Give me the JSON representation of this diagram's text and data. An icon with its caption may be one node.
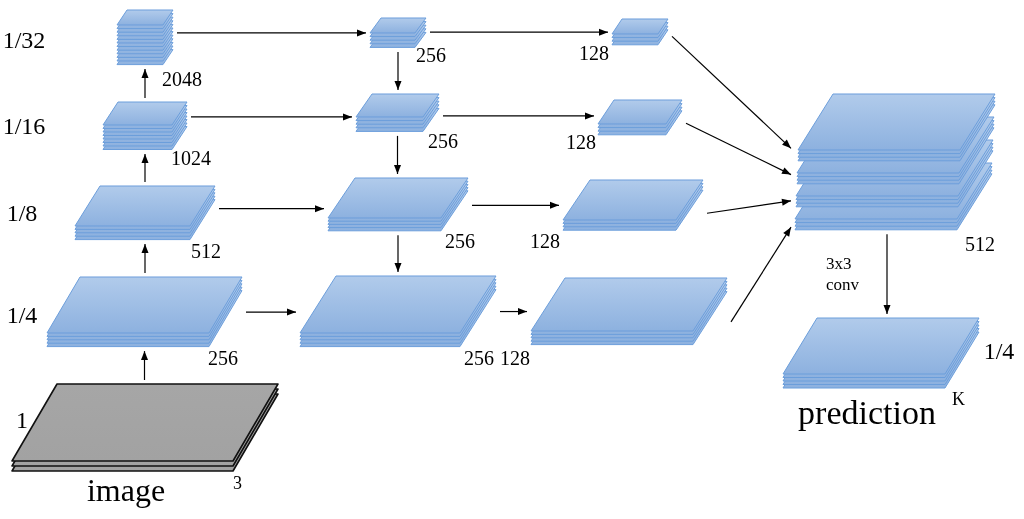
{
  "diagram": {
    "nodes": [
      {
        "text": [],
        "shape": "stack",
        "beside": [
          "2048"
        ]
      },
      {
        "text": [],
        "shape": "stack",
        "beside": [
          "256"
        ]
      },
      {
        "text": [],
        "shape": "stack",
        "beside": [
          "128"
        ]
      },
      {
        "text": [],
        "shape": "stack",
        "beside": [
          "1024"
        ]
      },
      {
        "text": [],
        "shape": "stack",
        "beside": [
          "256"
        ]
      },
      {
        "text": [],
        "shape": "stack",
        "beside": [
          "128"
        ]
      },
      {
        "text": [],
        "shape": "stack",
        "beside": [
          "512"
        ]
      },
      {
        "text": [],
        "shape": "stack",
        "beside": [
          "512"
        ]
      },
      {
        "text": [],
        "shape": "stack",
        "beside": [
          "256"
        ]
      },
      {
        "text": [],
        "shape": "stack",
        "beside": [
          "128"
        ]
      },
      {
        "text": [],
        "shape": "stack",
        "beside": [
          "256"
        ]
      },
      {
        "text": [],
        "shape": "stack",
        "beside": [
          "256"
        ]
      },
      {
        "text": [],
        "shape": "stack",
        "beside": [
          "128"
        ]
      },
      {
        "text": [
          "prediction"
        ],
        "beside": [
          "K",
          "1/4"
        ]
      },
      {
        "text": [
          "image"
        ],
        "beside": [
          "3"
        ]
      }
    ],
    "edges": [
      {
        "from": 14,
        "to": 10,
        "arrow": "to"
      },
      {
        "from": 10,
        "to": 7,
        "arrow": "to"
      },
      {
        "from": 7,
        "to": 3,
        "arrow": "to"
      },
      {
        "from": 3,
        "to": 0,
        "arrow": "to"
      },
      {
        "from": 0,
        "to": 1,
        "arrow": "to"
      },
      {
        "from": 3,
        "to": 4,
        "arrow": "to"
      },
      {
        "from": 7,
        "to": 8,
        "arrow": "to"
      },
      {
        "from": 10,
        "to": 11,
        "arrow": "to"
      },
      {
        "from": 1,
        "to": 4,
        "arrow": "to"
      },
      {
        "from": 4,
        "to": 8,
        "arrow": "to"
      },
      {
        "from": 8,
        "to": 11,
        "arrow": "to"
      },
      {
        "from": 1,
        "to": 2,
        "arrow": "to"
      },
      {
        "from": 4,
        "to": 5,
        "arrow": "to"
      },
      {
        "from": 8,
        "to": 9,
        "arrow": "to"
      },
      {
        "from": 11,
        "to": 12,
        "arrow": "to"
      },
      {
        "from": 2,
        "to": 6,
        "arrow": "to"
      },
      {
        "from": 5,
        "to": 6,
        "arrow": "to"
      },
      {
        "from": 9,
        "to": 6,
        "arrow": "to"
      },
      {
        "from": 12,
        "to": 6,
        "arrow": "to"
      },
      {
        "from": 6,
        "to": 13,
        "arrow": "to",
        "label": "3x3 conv"
      }
    ],
    "labels": [
      "1/32",
      "1/16",
      "1/8",
      "1/4",
      "1"
    ]
  }
}
